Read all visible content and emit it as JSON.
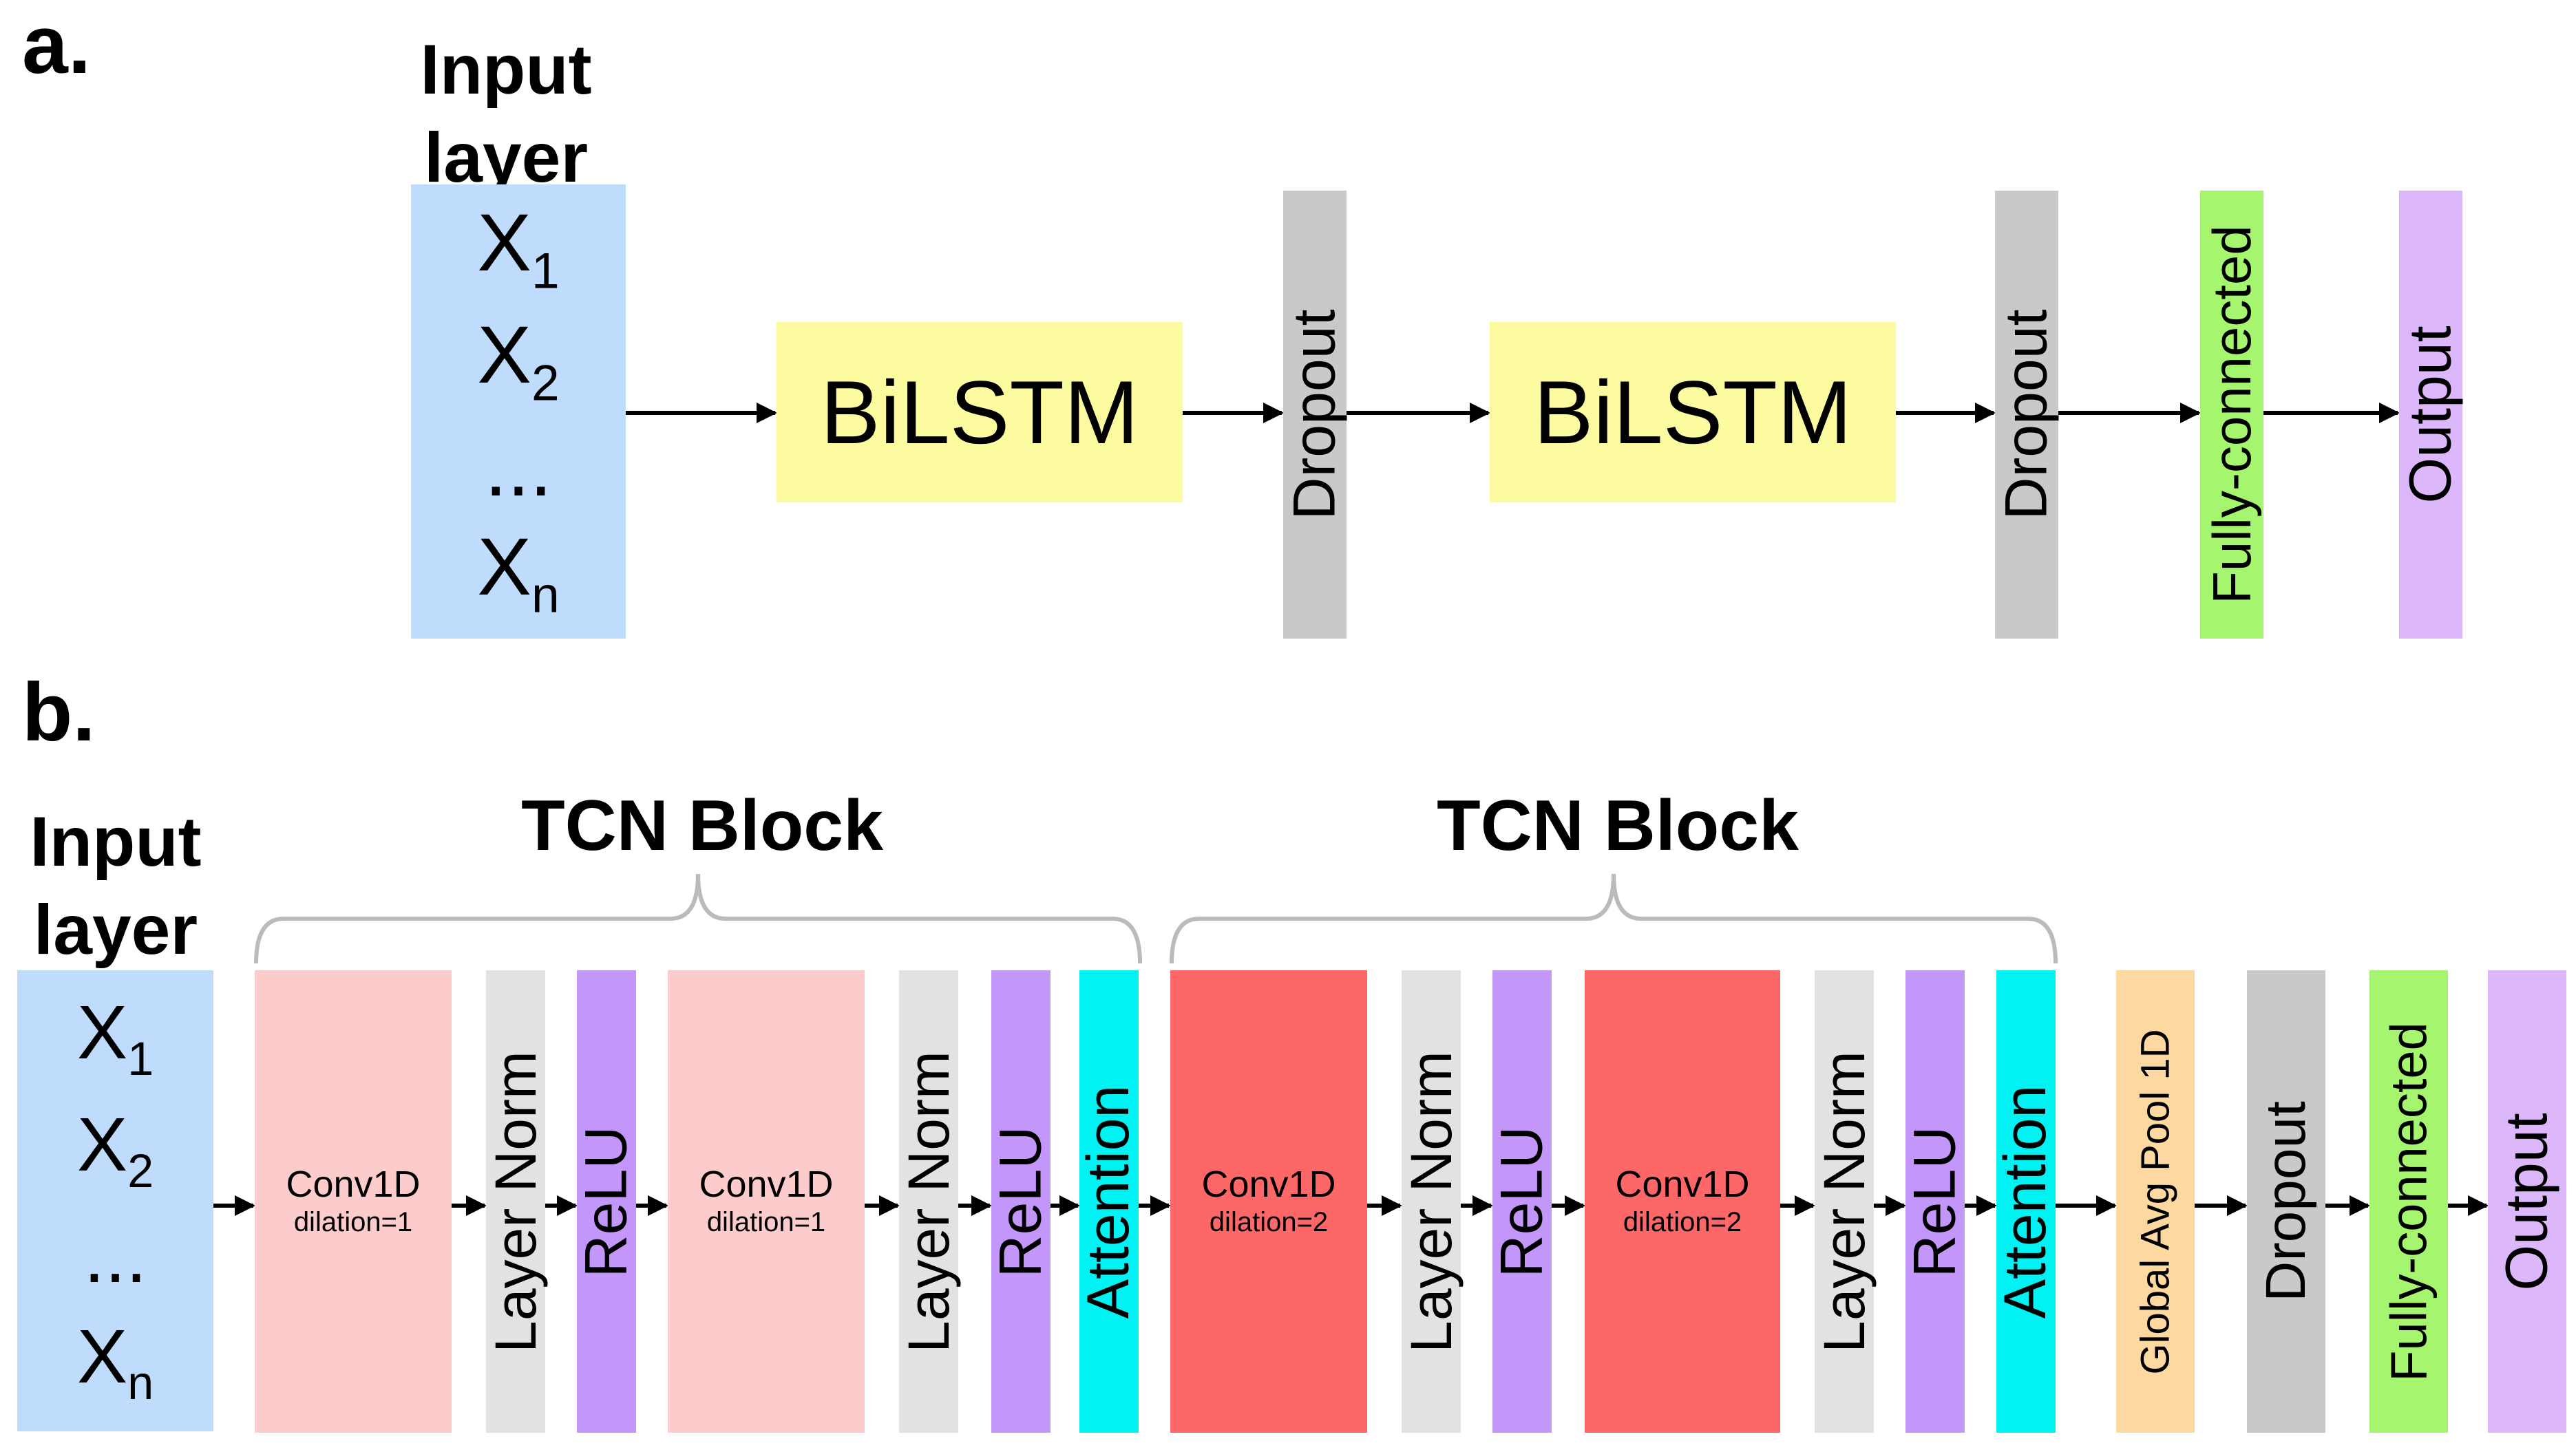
{
  "colors": {
    "input": "#c0dcfc",
    "bilstm": "#fdfb9f",
    "dropout": "#c9c9c9",
    "fully_connected": "#a6f56f",
    "output": "#dcb8fa",
    "conv_light": "#fccbcb",
    "conv_dark": "#fe6767",
    "layer_norm": "#e2e2e2",
    "relu": "#c397fa",
    "attention": "#00f2f2",
    "pool": "#fdd8a1",
    "bracket": "#bbbbbb"
  },
  "panel_a": {
    "label": "a.",
    "input_title": "Input layer",
    "inputs": [
      {
        "base": "X",
        "sub": "1"
      },
      {
        "base": "X",
        "sub": "2"
      },
      {
        "base": "...",
        "sub": ""
      },
      {
        "base": "X",
        "sub": "n"
      }
    ],
    "layers": [
      {
        "id": "bilstm-1",
        "label": "BiLSTM",
        "kind": "bilstm"
      },
      {
        "id": "dropout-1",
        "label": "Dropout",
        "kind": "dropout"
      },
      {
        "id": "bilstm-2",
        "label": "BiLSTM",
        "kind": "bilstm"
      },
      {
        "id": "dropout-2",
        "label": "Dropout",
        "kind": "dropout"
      },
      {
        "id": "fully-connected",
        "label": "Fully-connected",
        "kind": "fully_connected"
      },
      {
        "id": "output",
        "label": "Output",
        "kind": "output"
      }
    ]
  },
  "panel_b": {
    "label": "b.",
    "input_title": "Input layer",
    "inputs": [
      {
        "base": "X",
        "sub": "1"
      },
      {
        "base": "X",
        "sub": "2"
      },
      {
        "base": "...",
        "sub": ""
      },
      {
        "base": "X",
        "sub": "n"
      }
    ],
    "tcn_blocks": [
      {
        "title": "TCN Block"
      },
      {
        "title": "TCN Block"
      }
    ],
    "layers": [
      {
        "id": "conv1d-1",
        "kind": "conv_light",
        "label": "Conv1D",
        "sublabel": "dilation=1"
      },
      {
        "id": "layer-norm-1",
        "kind": "layer_norm",
        "label": "Layer Norm"
      },
      {
        "id": "relu-1",
        "kind": "relu",
        "label": "ReLU"
      },
      {
        "id": "conv1d-2",
        "kind": "conv_light",
        "label": "Conv1D",
        "sublabel": "dilation=1"
      },
      {
        "id": "layer-norm-2",
        "kind": "layer_norm",
        "label": "Layer Norm"
      },
      {
        "id": "relu-2",
        "kind": "relu",
        "label": "ReLU"
      },
      {
        "id": "attention-1",
        "kind": "attention",
        "label": "Attention"
      },
      {
        "id": "conv1d-3",
        "kind": "conv_dark",
        "label": "Conv1D",
        "sublabel": "dilation=2"
      },
      {
        "id": "layer-norm-3",
        "kind": "layer_norm",
        "label": "Layer Norm"
      },
      {
        "id": "relu-3",
        "kind": "relu",
        "label": "ReLU"
      },
      {
        "id": "conv1d-4",
        "kind": "conv_dark",
        "label": "Conv1D",
        "sublabel": "dilation=2"
      },
      {
        "id": "layer-norm-4",
        "kind": "layer_norm",
        "label": "Layer Norm"
      },
      {
        "id": "relu-4",
        "kind": "relu",
        "label": "ReLU"
      },
      {
        "id": "attention-2",
        "kind": "attention",
        "label": "Attention"
      },
      {
        "id": "global-avg-pool",
        "kind": "pool",
        "label": "Global Avg Pool 1D"
      },
      {
        "id": "dropout",
        "kind": "dropout",
        "label": "Dropout"
      },
      {
        "id": "fully-connected",
        "kind": "fully_connected",
        "label": "Fully-connected"
      },
      {
        "id": "output",
        "kind": "output",
        "label": "Output"
      }
    ]
  }
}
